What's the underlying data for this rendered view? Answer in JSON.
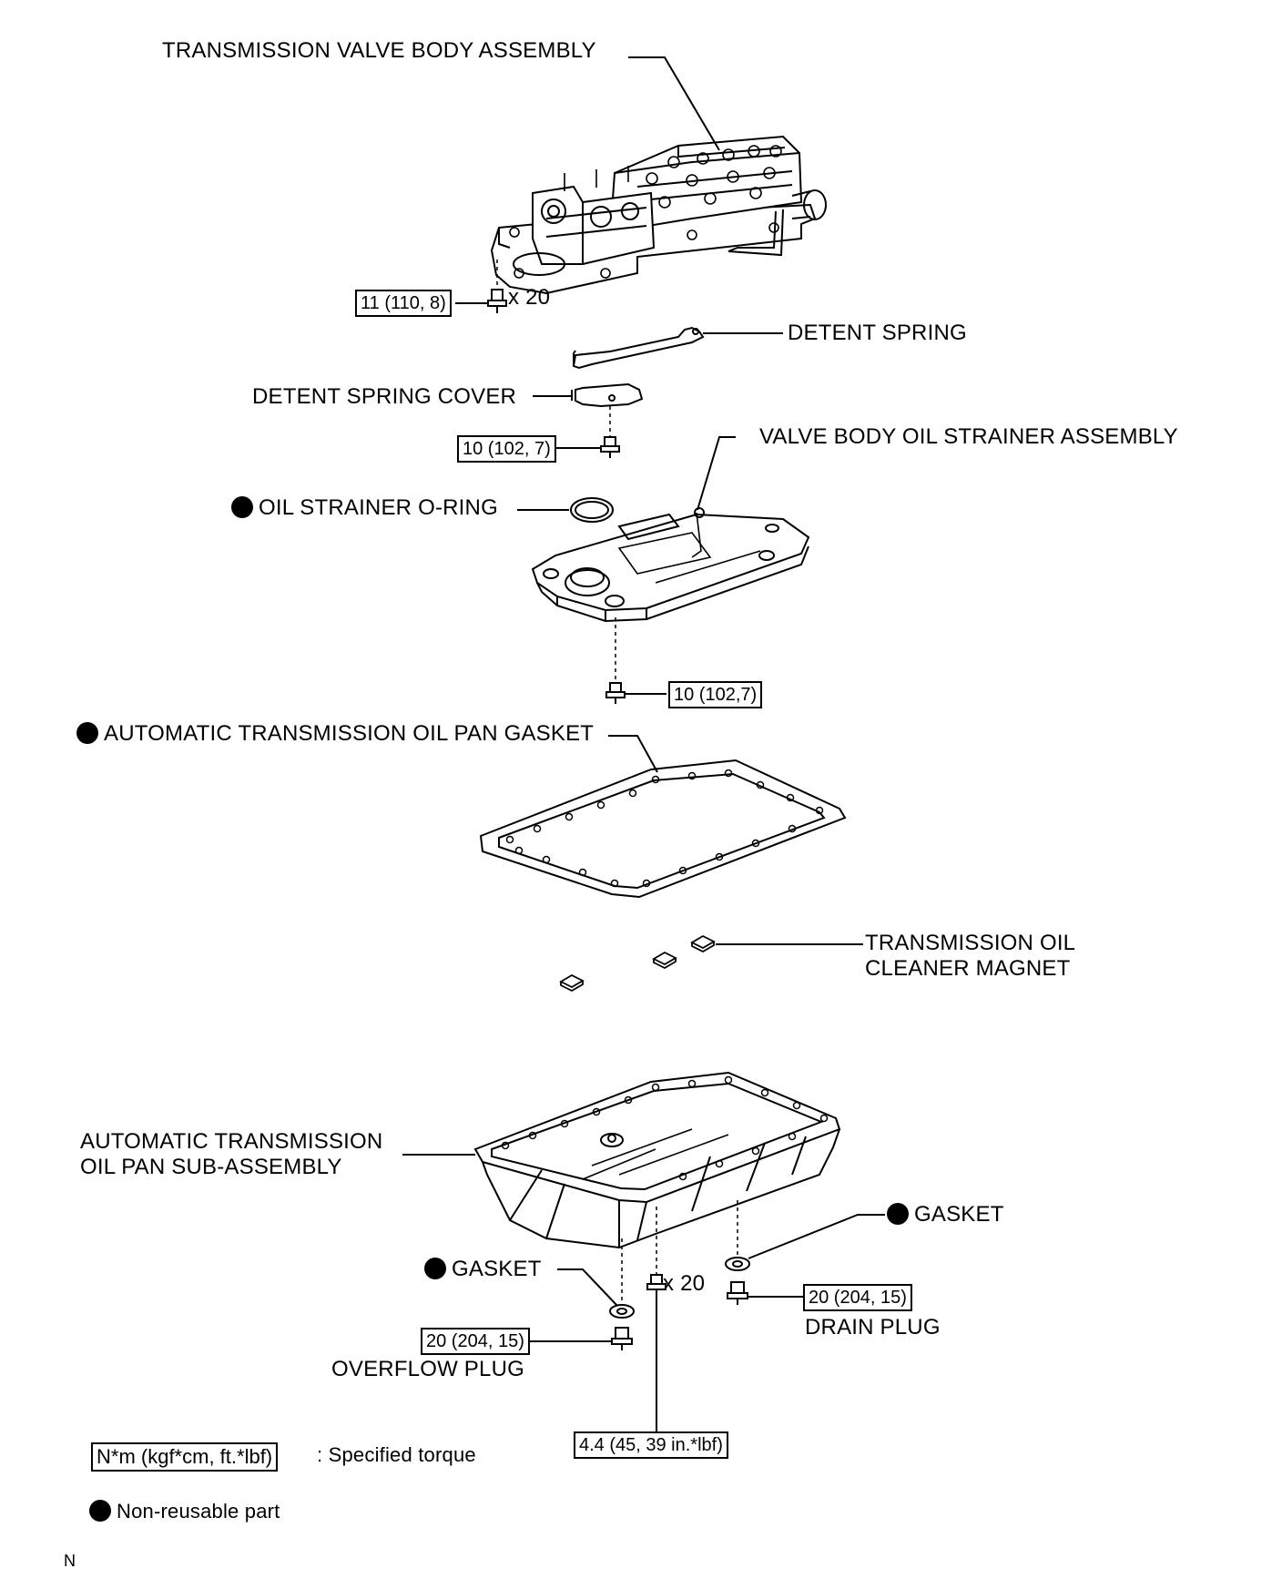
{
  "labels": {
    "valve_body": "TRANSMISSION VALVE BODY ASSEMBLY",
    "detent_spring": "DETENT SPRING",
    "detent_spring_cover": "DETENT SPRING COVER",
    "strainer_assembly": "VALVE BODY OIL STRAINER ASSEMBLY",
    "oil_strainer_oring": "OIL STRAINER O-RING",
    "pan_gasket": "AUTOMATIC TRANSMISSION OIL PAN GASKET",
    "magnet_line1": "TRANSMISSION OIL",
    "magnet_line2": "CLEANER MAGNET",
    "oil_pan_line1": "AUTOMATIC TRANSMISSION",
    "oil_pan_line2": "OIL PAN SUB-ASSEMBLY",
    "gasket_right": "GASKET",
    "gasket_left": "GASKET",
    "drain_plug": "DRAIN PLUG",
    "overflow_plug": "OVERFLOW PLUG",
    "qty_valve_bolts": "x 20",
    "qty_pan_bolts": "x 20"
  },
  "torques": {
    "valve_body_bolt": "11 (110, 8)",
    "cover_bolt": "10 (102, 7)",
    "strainer_bolt": "10 (102,7)",
    "drain_plug": "20 (204, 15)",
    "overflow_plug": "20 (204, 15)",
    "pan_bolt": "4.4 (45, 39 in.*lbf)"
  },
  "legend": {
    "torque_key": "N*m (kgf*cm, ft.*lbf)",
    "torque_desc": ": Specified torque",
    "nonreusable_desc": "Non-reusable part"
  },
  "footer_mark": "N",
  "icons": {
    "nonreusable": "filled-circle-icon"
  }
}
